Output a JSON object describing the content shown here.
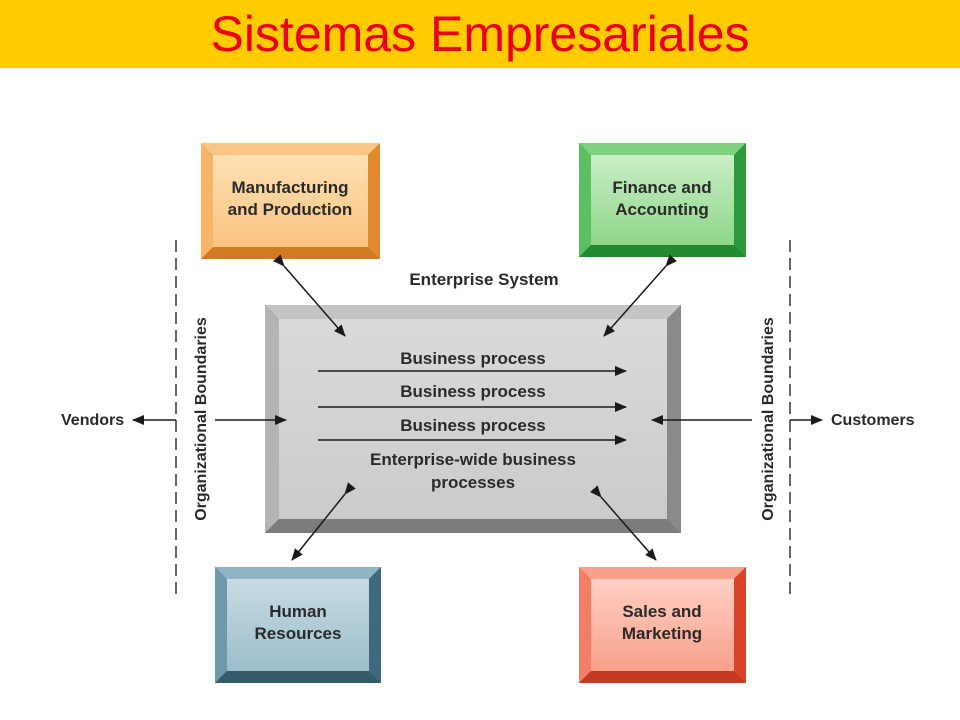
{
  "title": "Sistemas Empresariales",
  "diagram": {
    "enterprise_system_label": "Enterprise System",
    "processes": [
      "Business process",
      "Business process",
      "Business process"
    ],
    "enterprise_wide_line1": "Enterprise-wide business",
    "enterprise_wide_line2": "processes",
    "boundary_label": "Organizational Boundaries",
    "vendors": "Vendors",
    "customers": "Customers",
    "modules": {
      "manufacturing": {
        "line1": "Manufacturing",
        "line2": "and Production",
        "color": "#F6A24A"
      },
      "finance": {
        "line1": "Finance and",
        "line2": "Accounting",
        "color": "#3DB24A"
      },
      "hr": {
        "line1": "Human",
        "line2": "Resources",
        "color": "#4E7D8F"
      },
      "sales": {
        "line1": "Sales and",
        "line2": "Marketing",
        "color": "#EE5A3F"
      }
    }
  },
  "colors": {
    "title_bar": "#FFCC00",
    "title_text": "#E8001C"
  }
}
